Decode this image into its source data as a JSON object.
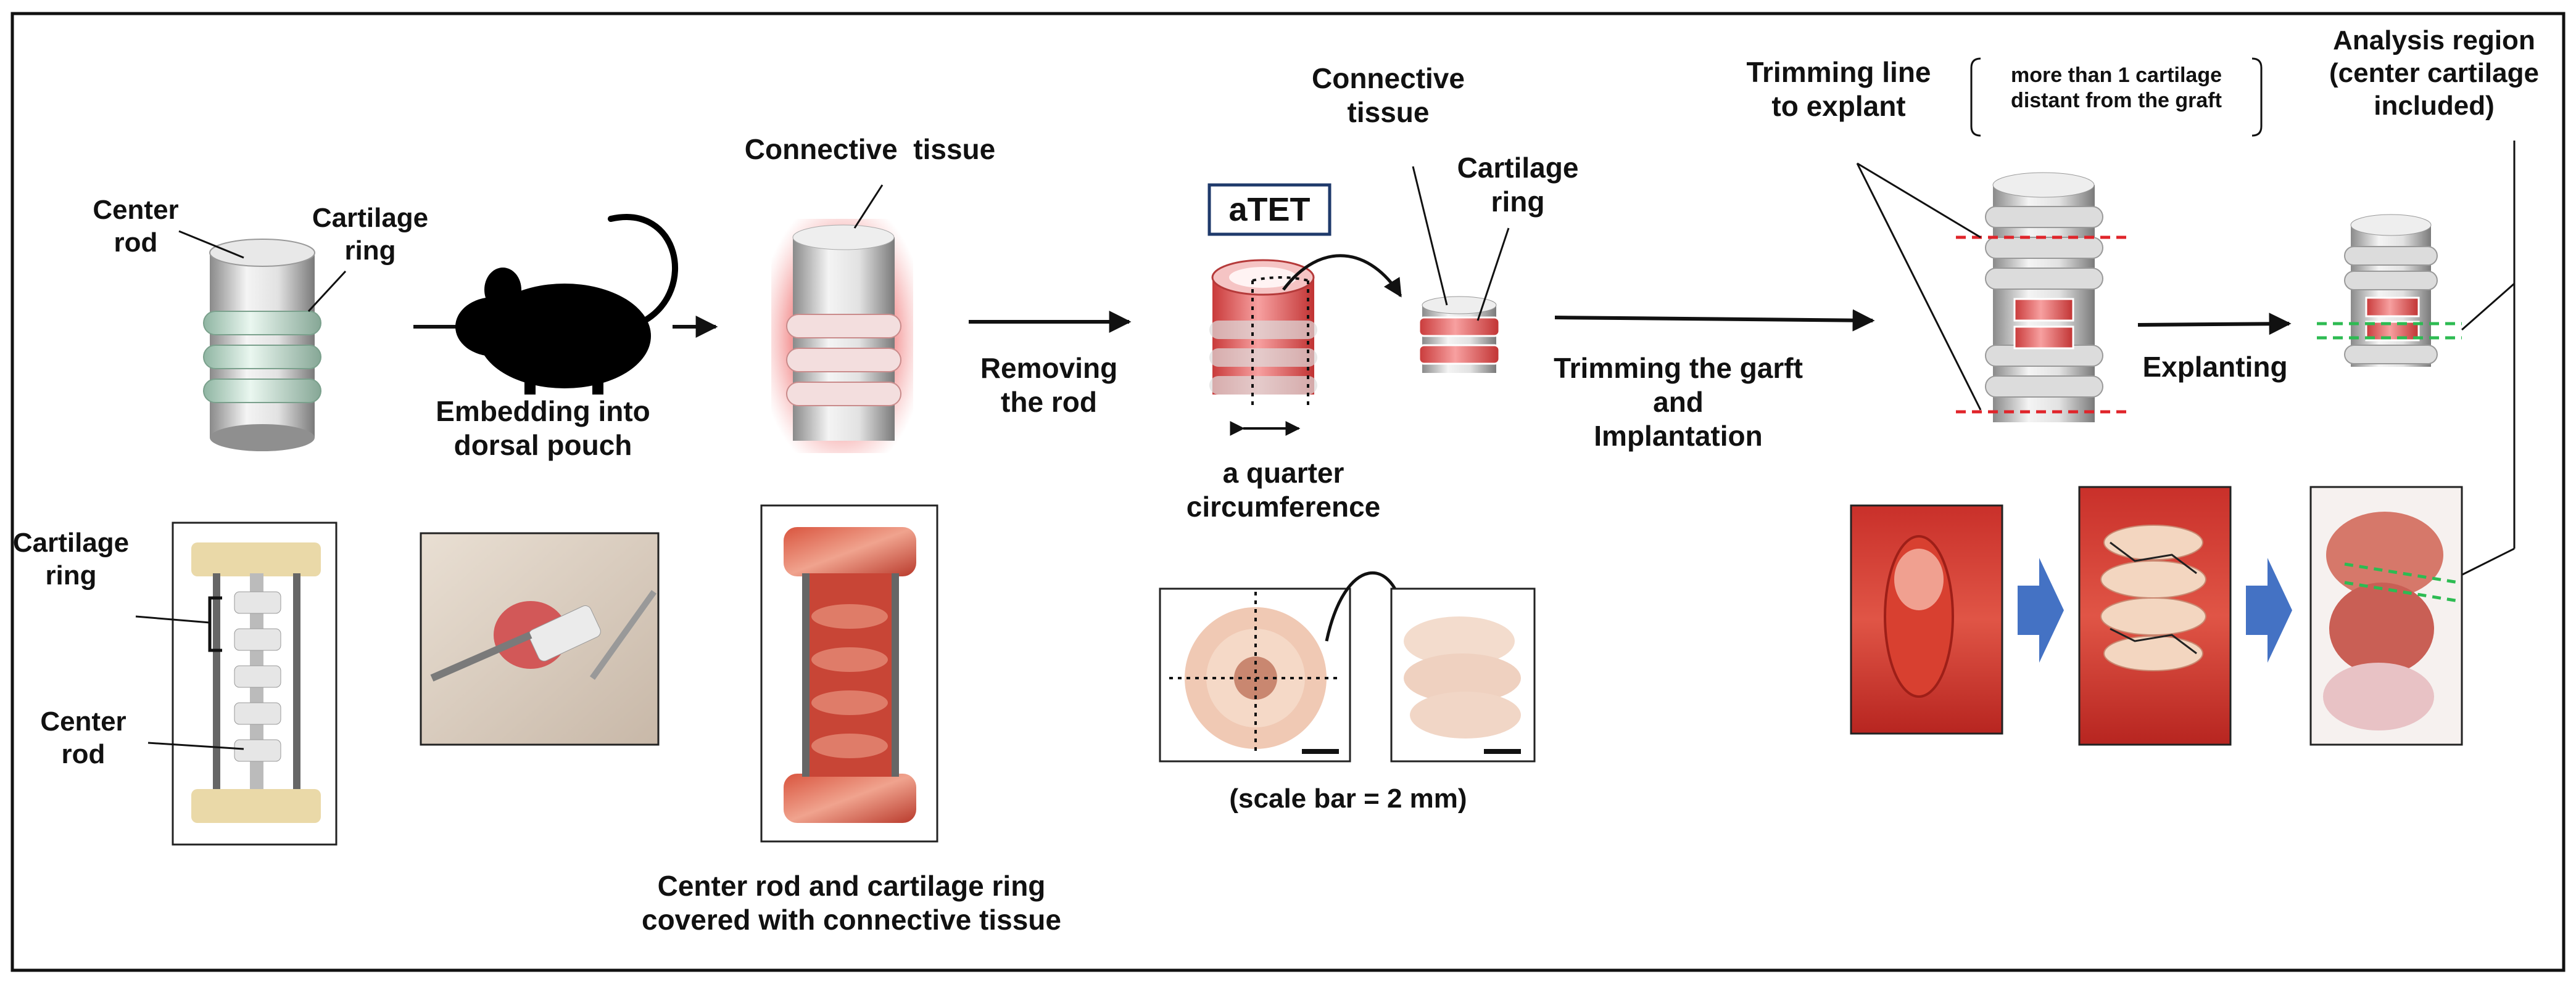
{
  "labels": {
    "center_rod_top": "Center\nrod",
    "cartilage_ring_top": "Cartilage\nring",
    "embedding": "Embedding into\ndorsal pouch",
    "connective_tissue_1": "Connective  tissue",
    "atet": "aTET",
    "connective_tissue_2": "Connective\ntissue",
    "cartilage_ring_2": "Cartilage\nring",
    "removing_rod": "Removing\nthe rod",
    "quarter": "a quarter\ncircumference",
    "trimming_line": "Trimming line\nto explant",
    "more_than": "more than 1 cartilage\ndistant from the graft",
    "trimming_graft": "Trimming the garft\nand\nImplantation",
    "explanting": "Explanting",
    "analysis_region": "Analysis region\n(center cartilage\nincluded)",
    "cartilage_ring_photo": "Cartilage\nring",
    "center_rod_photo": "Center\nrod",
    "scale_bar": "(scale bar = 2 mm)",
    "caption": "Center rod and cartilage ring\ncovered with connective  tissue"
  },
  "colors": {
    "border": "#111111",
    "arrow": "#111111",
    "red_dash": "#e0242a",
    "green_dash": "#2dbb52",
    "blue_arrow": "#4472c4",
    "tissue_red": "#e35a5a",
    "ring_green": "#cfe9dc"
  },
  "icons": [
    "mouse-silhouette-icon",
    "blue-right-arrow-icon"
  ]
}
